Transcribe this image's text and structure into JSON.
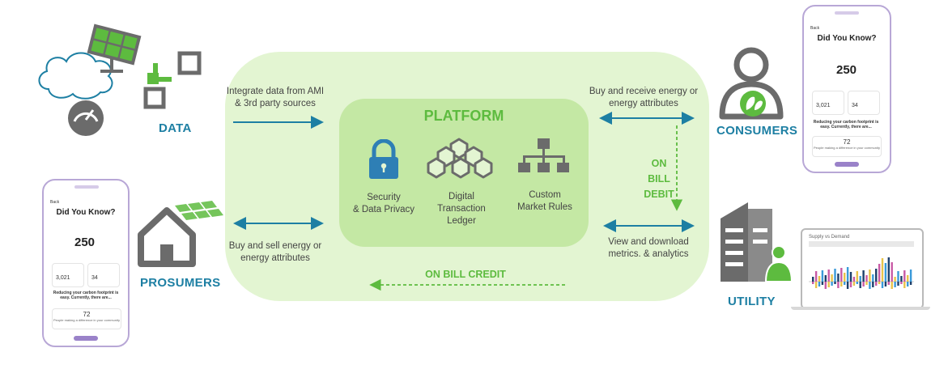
{
  "labels": {
    "data": "DATA",
    "prosumers": "PROSUMERS",
    "consumers": "CONSUMERS",
    "utility": "UTILITY",
    "platform": "PLATFORM"
  },
  "platform_items": {
    "security": "Security\n& Data Privacy",
    "ledger": "Digital\nTransaction\nLedger",
    "market": "Custom\nMarket Rules"
  },
  "flows": {
    "integrate": "Integrate data from AMI\n& 3rd party sources",
    "buy_sell": "Buy and sell energy or\nenergy attributes",
    "buy_receive": "Buy and receive energy or\nenergy attributes",
    "view_download": "View and download\nmetrics. & analytics",
    "on_bill_debit": "ON\nBILL\nDEBIT",
    "on_bill_credit": "ON BILL CREDIT"
  },
  "phone": {
    "header": "Back",
    "title": "Did You Know?",
    "value": "250",
    "card1": "3,021",
    "card2": "34",
    "body": "Reducing your carbon footprint is easy. Currently, there are...",
    "count": "72",
    "footer": "People making a difference in your community"
  },
  "laptop": {
    "title": "Supply vs Demand"
  },
  "colors": {
    "navy": "#1d7fa3",
    "green": "#5dbb3f",
    "gray": "#6b6b6b",
    "purple": "#9a82c9"
  }
}
